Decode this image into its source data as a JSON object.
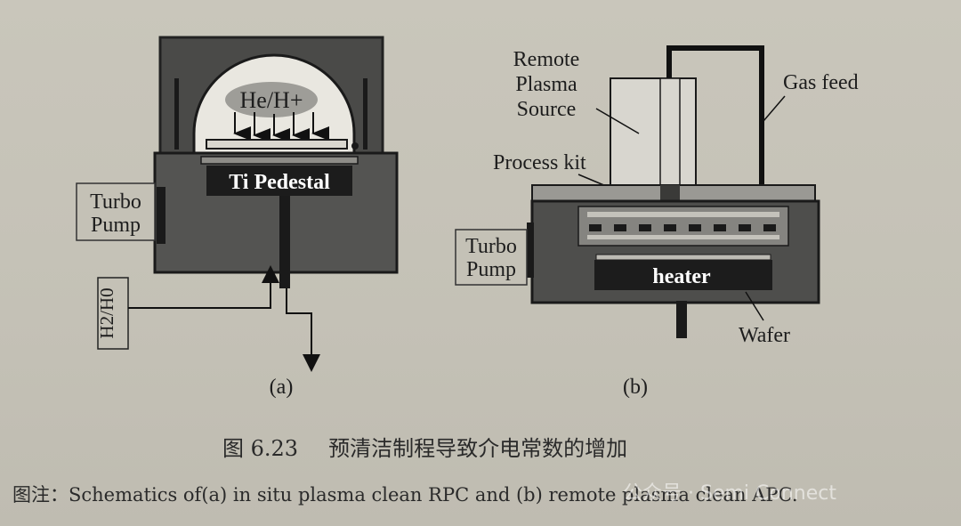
{
  "figure_a": {
    "gas_label": "He/H+",
    "pedestal_label": "Ti Pedestal",
    "pump_label_line1": "Turbo",
    "pump_label_line2": "Pump",
    "inlet_label": "H2/H0",
    "sublabel": "(a)"
  },
  "figure_b": {
    "source_line1": "Remote",
    "source_line2": "Plasma",
    "source_line3": "Source",
    "gas_feed_label": "Gas feed",
    "process_kit_label": "Process kit",
    "pump_label_line1": "Turbo",
    "pump_label_line2": "Pump",
    "heater_label": "heater",
    "wafer_label": "Wafer",
    "sublabel": "(b)"
  },
  "caption": {
    "figure_number": "图 6.23",
    "title": "预清洁制程导致介电常数的增加",
    "note": "图注：Schematics of(a) in situ plasma clean RPC and (b) remote plasma clean APC."
  },
  "watermark": {
    "text": "公众号 · Semi Connect"
  }
}
